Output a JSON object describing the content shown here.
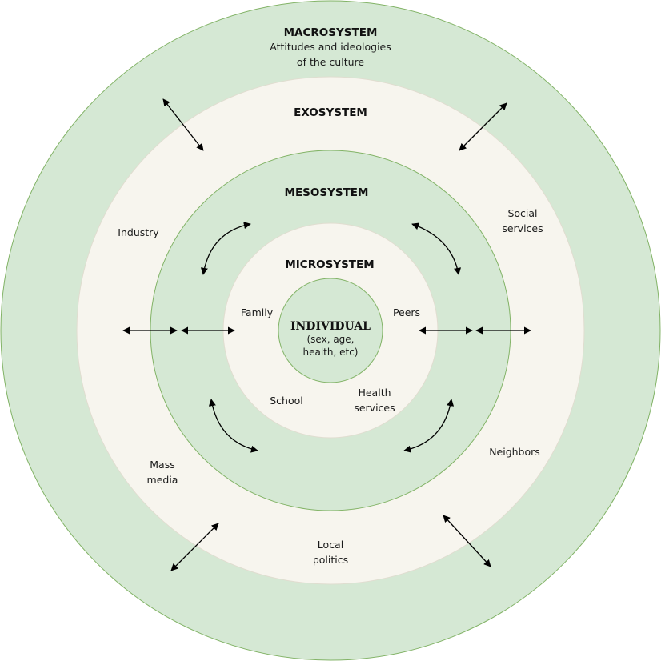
{
  "colors": {
    "green_fill": "#d5e8d4",
    "green_stroke": "#82b366",
    "cream_fill": "#f7f5ee"
  },
  "macrosystem": {
    "title": "MACROSYSTEM",
    "line1": "Attitudes and ideologies",
    "line2": "of the culture"
  },
  "exosystem": {
    "title": "EXOSYSTEM",
    "industry": "Industry",
    "social_1": "Social",
    "social_2": "services",
    "mass_1": "Mass",
    "mass_2": "media",
    "neighbors": "Neighbors",
    "local_1": "Local",
    "local_2": "politics"
  },
  "mesosystem": {
    "title": "MESOSYSTEM"
  },
  "microsystem": {
    "title": "MICROSYSTEM",
    "family": "Family",
    "peers": "Peers",
    "school": "School",
    "health_1": "Health",
    "health_2": "services"
  },
  "individual": {
    "title": "INDIVIDUAL",
    "line1": "(sex, age,",
    "line2": "health, etc)"
  }
}
